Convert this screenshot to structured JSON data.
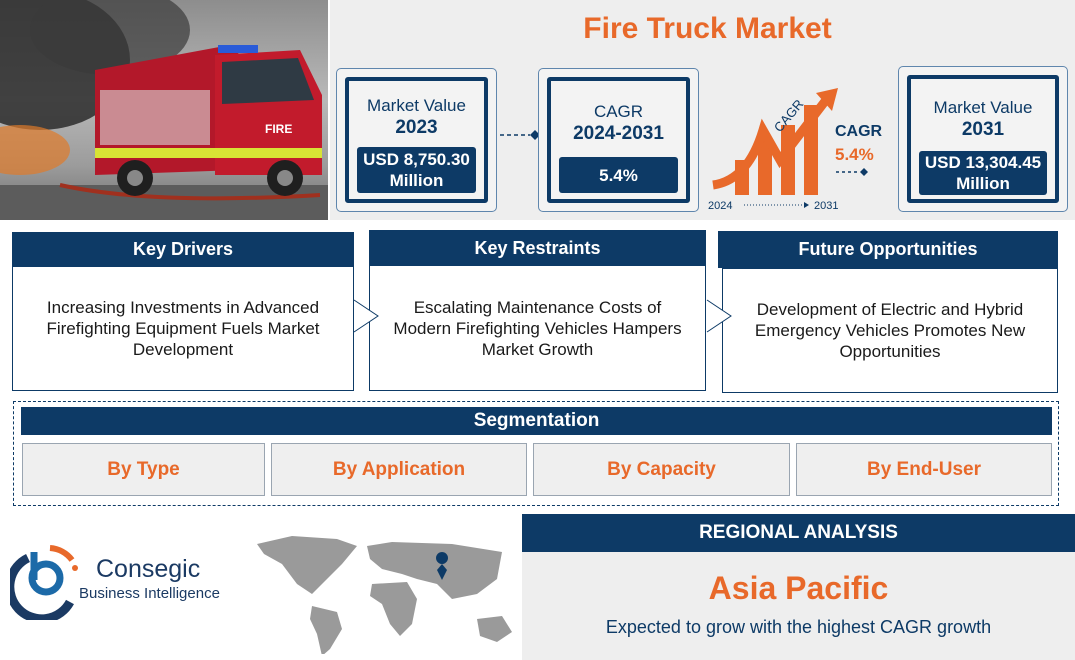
{
  "title": "Fire Truck Market",
  "colors": {
    "navy": "#0d3a66",
    "orange": "#e8692a",
    "panel": "#eeeeee"
  },
  "photo": {
    "truck_text": "FIRE"
  },
  "metrics": {
    "market_2023": {
      "label": "Market Value",
      "year": "2023",
      "value": "USD 8,750.30 Million"
    },
    "cagr": {
      "label": "CAGR",
      "period": "2024-2031",
      "value": "5.4%"
    },
    "graphic": {
      "arrow_label": "CAGR",
      "cagr_label": "CAGR",
      "cagr_value": "5.4%",
      "start_year": "2024",
      "end_year": "2031"
    },
    "market_2031": {
      "label": "Market Value",
      "year": "2031",
      "value": "USD 13,304.45 Million"
    }
  },
  "cards": [
    {
      "title": "Key Drivers",
      "text": "Increasing Investments in Advanced Firefighting Equipment Fuels Market Development"
    },
    {
      "title": "Key Restraints",
      "text": "Escalating Maintenance Costs of Modern Firefighting Vehicles Hampers Market Growth"
    },
    {
      "title": "Future Opportunities",
      "text": "Development of Electric and Hybrid Emergency Vehicles Promotes New Opportunities"
    }
  ],
  "segmentation": {
    "title": "Segmentation",
    "items": [
      "By Type",
      "By Application",
      "By Capacity",
      "By End-User"
    ]
  },
  "logo": {
    "name": "Consegic",
    "tagline": "Business Intelligence"
  },
  "regional": {
    "title": "REGIONAL ANALYSIS",
    "region": "Asia Pacific",
    "text": "Expected to grow with the highest CAGR growth",
    "map_icon": "location-pin-icon"
  }
}
